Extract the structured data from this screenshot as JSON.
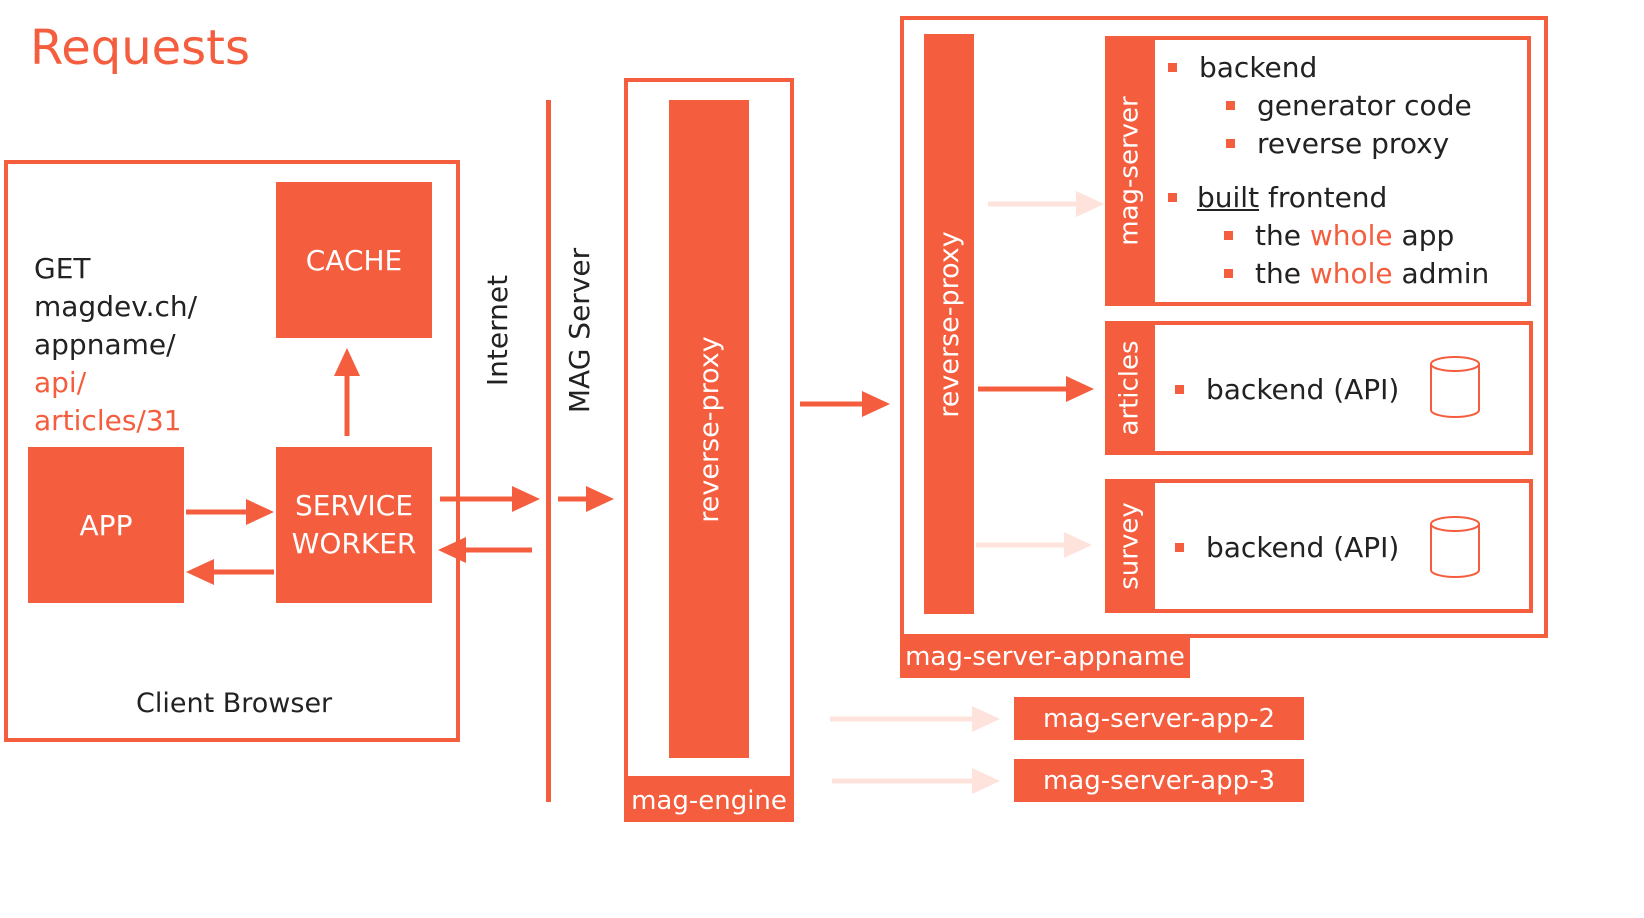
{
  "title": "Requests",
  "client": {
    "label": "Client Browser",
    "request_lines": [
      "GET",
      "magdev.ch/",
      "appname/"
    ],
    "request_accent_lines": [
      "api/",
      "articles/31"
    ],
    "cache": "CACHE",
    "app": "APP",
    "service_worker_line1": "SERVICE",
    "service_worker_line2": "WORKER"
  },
  "internet": "Internet",
  "mag_server": "MAG Server",
  "engine": {
    "proxy": "reverse-proxy",
    "tag": "mag-engine"
  },
  "appname": {
    "proxy": "reverse-proxy",
    "tag": "mag-server-appname",
    "mag_server": {
      "label": "mag-server",
      "backend": "backend",
      "generator": "generator code",
      "reverse_proxy": "reverse proxy",
      "built_word": "built",
      "frontend_word": " frontend",
      "the1": "the ",
      "whole1": "whole",
      "app_word": " app",
      "the2": "the ",
      "whole2": "whole",
      "admin_word": " admin"
    },
    "articles": {
      "label": "articles",
      "item": "backend (API)"
    },
    "survey": {
      "label": "survey",
      "item": "backend (API)"
    }
  },
  "others": [
    "mag-server-app-2",
    "mag-server-app-3"
  ],
  "colors": {
    "accent": "#f45d3e",
    "faded_arrow": "#fde3dc",
    "text": "#222222"
  }
}
